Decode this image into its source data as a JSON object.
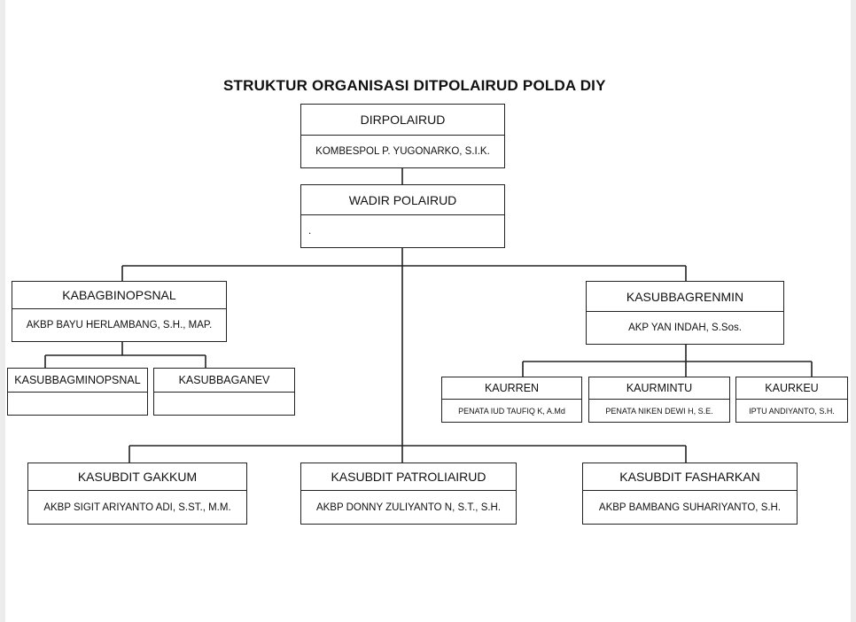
{
  "title": "STRUKTUR ORGANISASI DITPOLAIRUD POLDA DIY",
  "nodes": {
    "dirpolairud": {
      "position": "DIRPOLAIRUD",
      "name": "KOMBESPOL P. YUGONARKO, S.I.K."
    },
    "wadir": {
      "position": "WADIR POLAIRUD",
      "name": "."
    },
    "kabagbinopsnal": {
      "position": "KABAGBINOPSNAL",
      "name": "AKBP BAYU HERLAMBANG, S.H., MAP."
    },
    "kasubbagminopsnal": {
      "position": "KASUBBAGMINOPSNAL",
      "name": ""
    },
    "kasubbaganev": {
      "position": "KASUBBAGANEV",
      "name": ""
    },
    "kasubbagrenmin": {
      "position": "KASUBBAGRENMIN",
      "name": "AKP YAN INDAH, S.Sos."
    },
    "kaurren": {
      "position": "KAURREN",
      "name": "PENATA IUD TAUFIQ K, A.Md"
    },
    "kaurmintu": {
      "position": "KAURMINTU",
      "name": "PENATA NIKEN DEWI H, S.E."
    },
    "kaurkeu": {
      "position": "KAURKEU",
      "name": "IPTU ANDIYANTO, S.H."
    },
    "kasubdit_gakkum": {
      "position": "KASUBDIT GAKKUM",
      "name": "AKBP SIGIT ARIYANTO ADI, S.ST., M.M."
    },
    "kasubdit_patroliairud": {
      "position": "KASUBDIT PATROLIAIRUD",
      "name": "AKBP DONNY ZULIYANTO N, S.T., S.H."
    },
    "kasubdit_fasharkan": {
      "position": "KASUBDIT FASHARKAN",
      "name": "AKBP BAMBANG SUHARIYANTO, S.H."
    }
  }
}
